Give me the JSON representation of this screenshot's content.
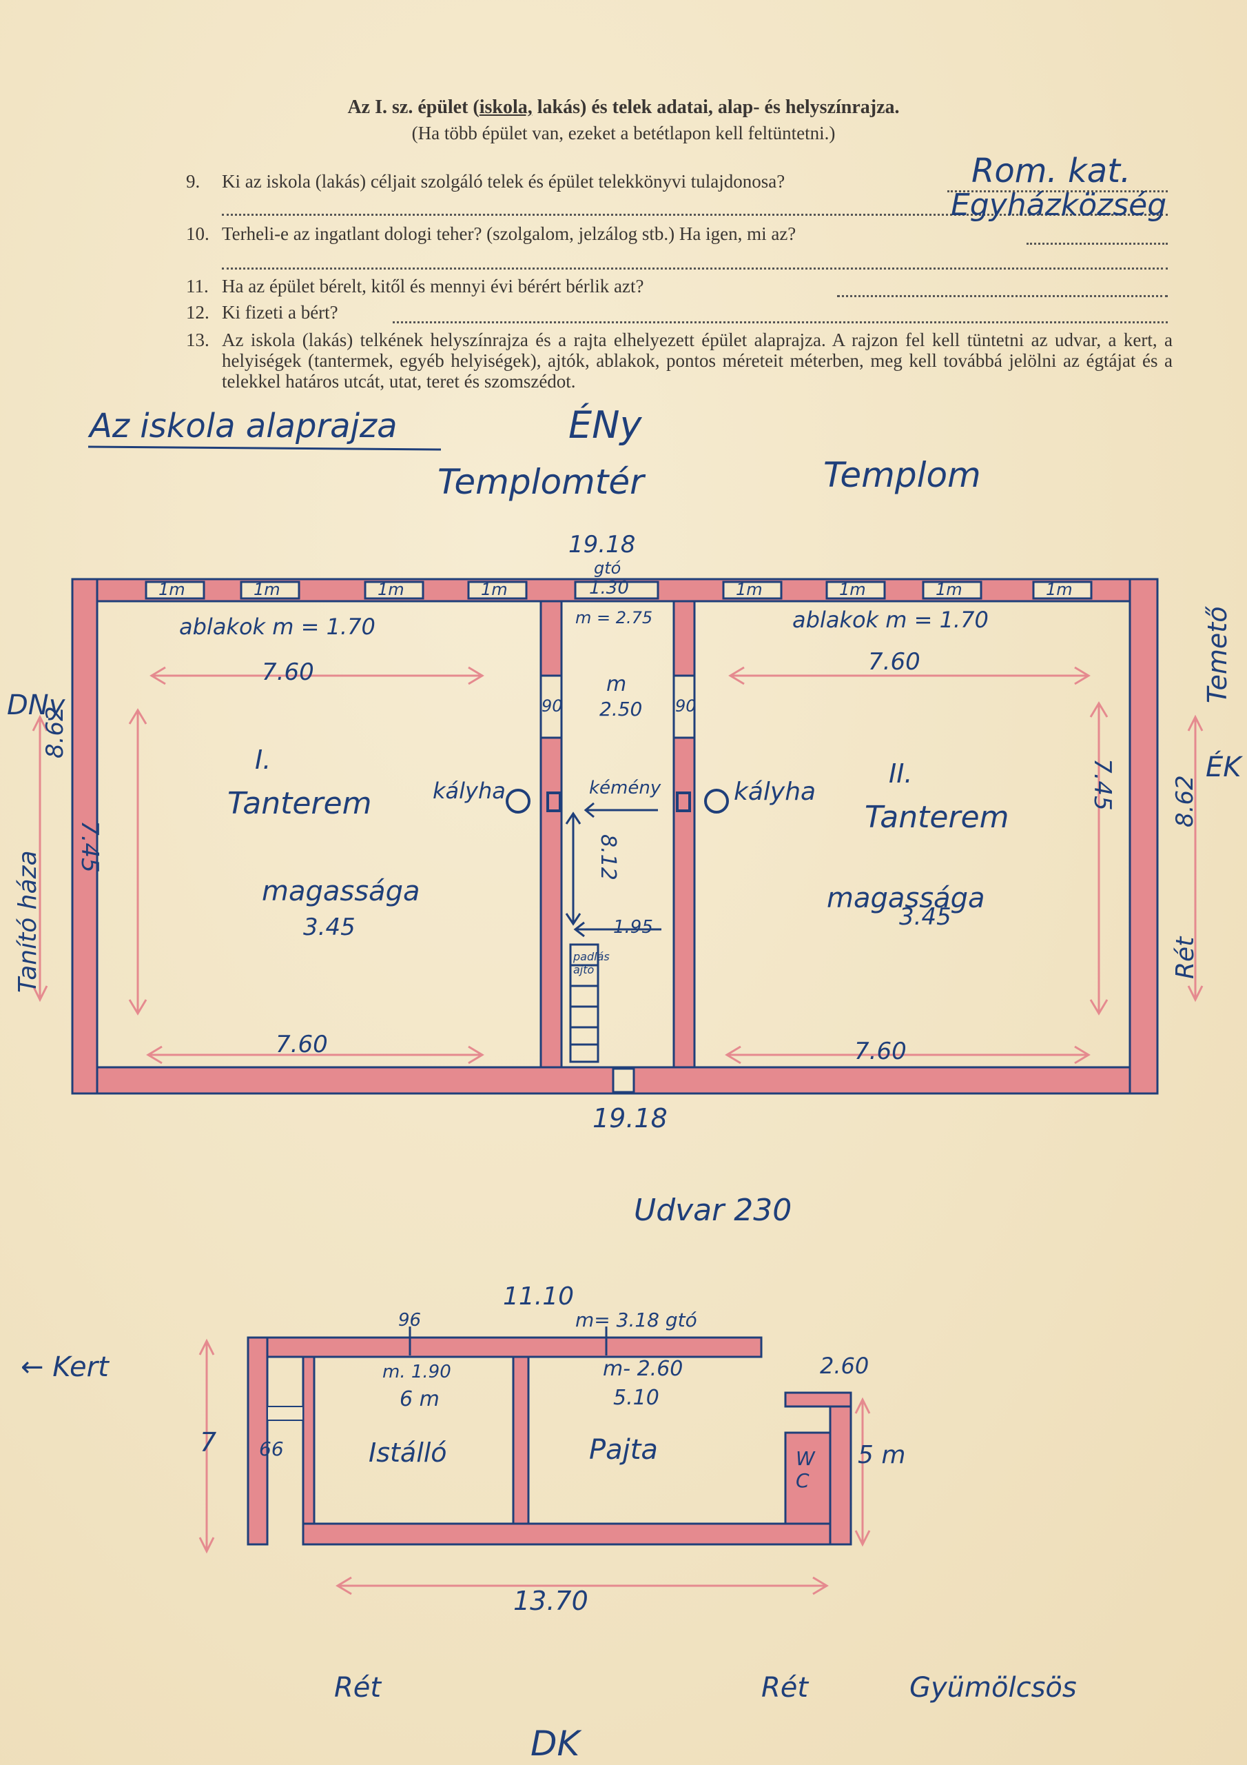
{
  "header": {
    "title_prefix": "Az I. sz. épület (",
    "title_underlined": "iskola,",
    "title_rest": " lakás) és telek adatai, alap- és helyszínrajza.",
    "subtitle": "(Ha több épület van, ezeket a betétlapon kell feltüntetni.)"
  },
  "questions": [
    {
      "num": "9.",
      "text": "Ki az iskola (lakás) céljait szolgáló telek és épület telekkönyvi tulajdonosa?",
      "answer1": "Rom. kat.",
      "answer2": "Egyházközség"
    },
    {
      "num": "10.",
      "text": "Terheli-e az ingatlant dologi teher? (szolgalom, jelzálog stb.) Ha igen, mi az?"
    },
    {
      "num": "11.",
      "text": "Ha az épület bérelt, kitől és mennyi évi bérért bérlik azt?"
    },
    {
      "num": "12.",
      "text": "Ki fizeti a bért?"
    },
    {
      "num": "13.",
      "text": "Az iskola (lakás) telkének helyszínrajza és a rajta elhelyezett épület alaprajza. A rajzon fel kell tüntetni az udvar, a kert, a helyiségek (tantermek, egyéb helyiségek), ajtók, ablakok, pontos méreteit méterben, meg kell továbbá jelölni az égtájat és a telekkel határos utcát, utat, teret és szomszédot."
    }
  ],
  "drawing": {
    "heading": "Az iskola alaprajza",
    "north": "ÉNy",
    "west_compass": "DNy",
    "east_compass": "ÉK",
    "south": "DK",
    "templomter": "Templomtér",
    "templom": "Templom",
    "temeto": "Temető",
    "tanito_haz": "Tanító háza",
    "ret_right": "Rét",
    "total_width_top": "19.18",
    "total_width_bottom": "19.18",
    "gate": "gtó",
    "gate_w": "1.30",
    "window_label": "1m",
    "windows_left": "ablakok m = 1.70",
    "windows_right": "ablakok m = 1.70",
    "room1": {
      "roman": "I.",
      "name": "Tanterem",
      "height_label": "magassága",
      "height": "3.45",
      "w_top": "7.60",
      "w_bottom": "7.60",
      "depth": "7.45"
    },
    "room2": {
      "roman": "II.",
      "name": "Tanterem",
      "height_label": "magassága",
      "height": "3.45",
      "w_top": "7.60",
      "w_bottom": "7.60",
      "depth": "7.45"
    },
    "corridor": {
      "m_top": "m = 2.75",
      "m": "m",
      "w": "2.50",
      "door_l": "90",
      "door_r": "90",
      "depth": "8.12",
      "stair_w": "1.95",
      "attic": "padlás ajtó",
      "chimney": "kémény"
    },
    "stove_left": "kályha",
    "stove_right": "kályha",
    "side_left": "8.62",
    "side_right": "8.62",
    "udvar": "Udvar 230",
    "outbuilding": {
      "total_top": "11.10",
      "w96": "96",
      "gate": "m= 3.18 gtó",
      "h_right": "2.60",
      "stable_m": "m. 1.90",
      "stable_w": "6 m",
      "stable": "Istálló",
      "barn_m": "m- 2.60",
      "barn_w": "5.10",
      "barn": "Pajta",
      "depth": "7",
      "small": "66",
      "wc": "W C",
      "right_len": "5 m",
      "bottom": "13.70"
    },
    "kert": "← Kert",
    "ret1": "Rét",
    "ret2": "Rét",
    "gyumolcsos": "Gyümölcsös"
  }
}
